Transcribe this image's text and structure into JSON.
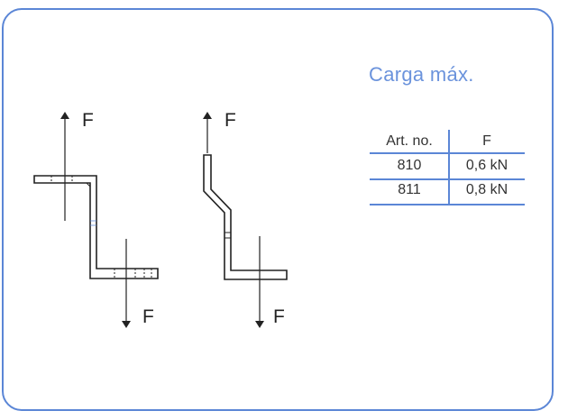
{
  "title": "Carga máx.",
  "colors": {
    "frame": "#5b86d6",
    "title": "#6b93dc",
    "table_lines": "#5b86d6",
    "drawing": "#222222"
  },
  "table": {
    "headers": [
      "Art. no.",
      "F"
    ],
    "rows": [
      {
        "art_no": "810",
        "f": "0,6 kN"
      },
      {
        "art_no": "811",
        "f": "0,8 kN"
      }
    ]
  },
  "figures": [
    {
      "name": "bracket-810",
      "force_top_label": "F",
      "force_bottom_label": "F"
    },
    {
      "name": "bracket-811",
      "force_top_label": "F",
      "force_bottom_label": "F"
    }
  ]
}
